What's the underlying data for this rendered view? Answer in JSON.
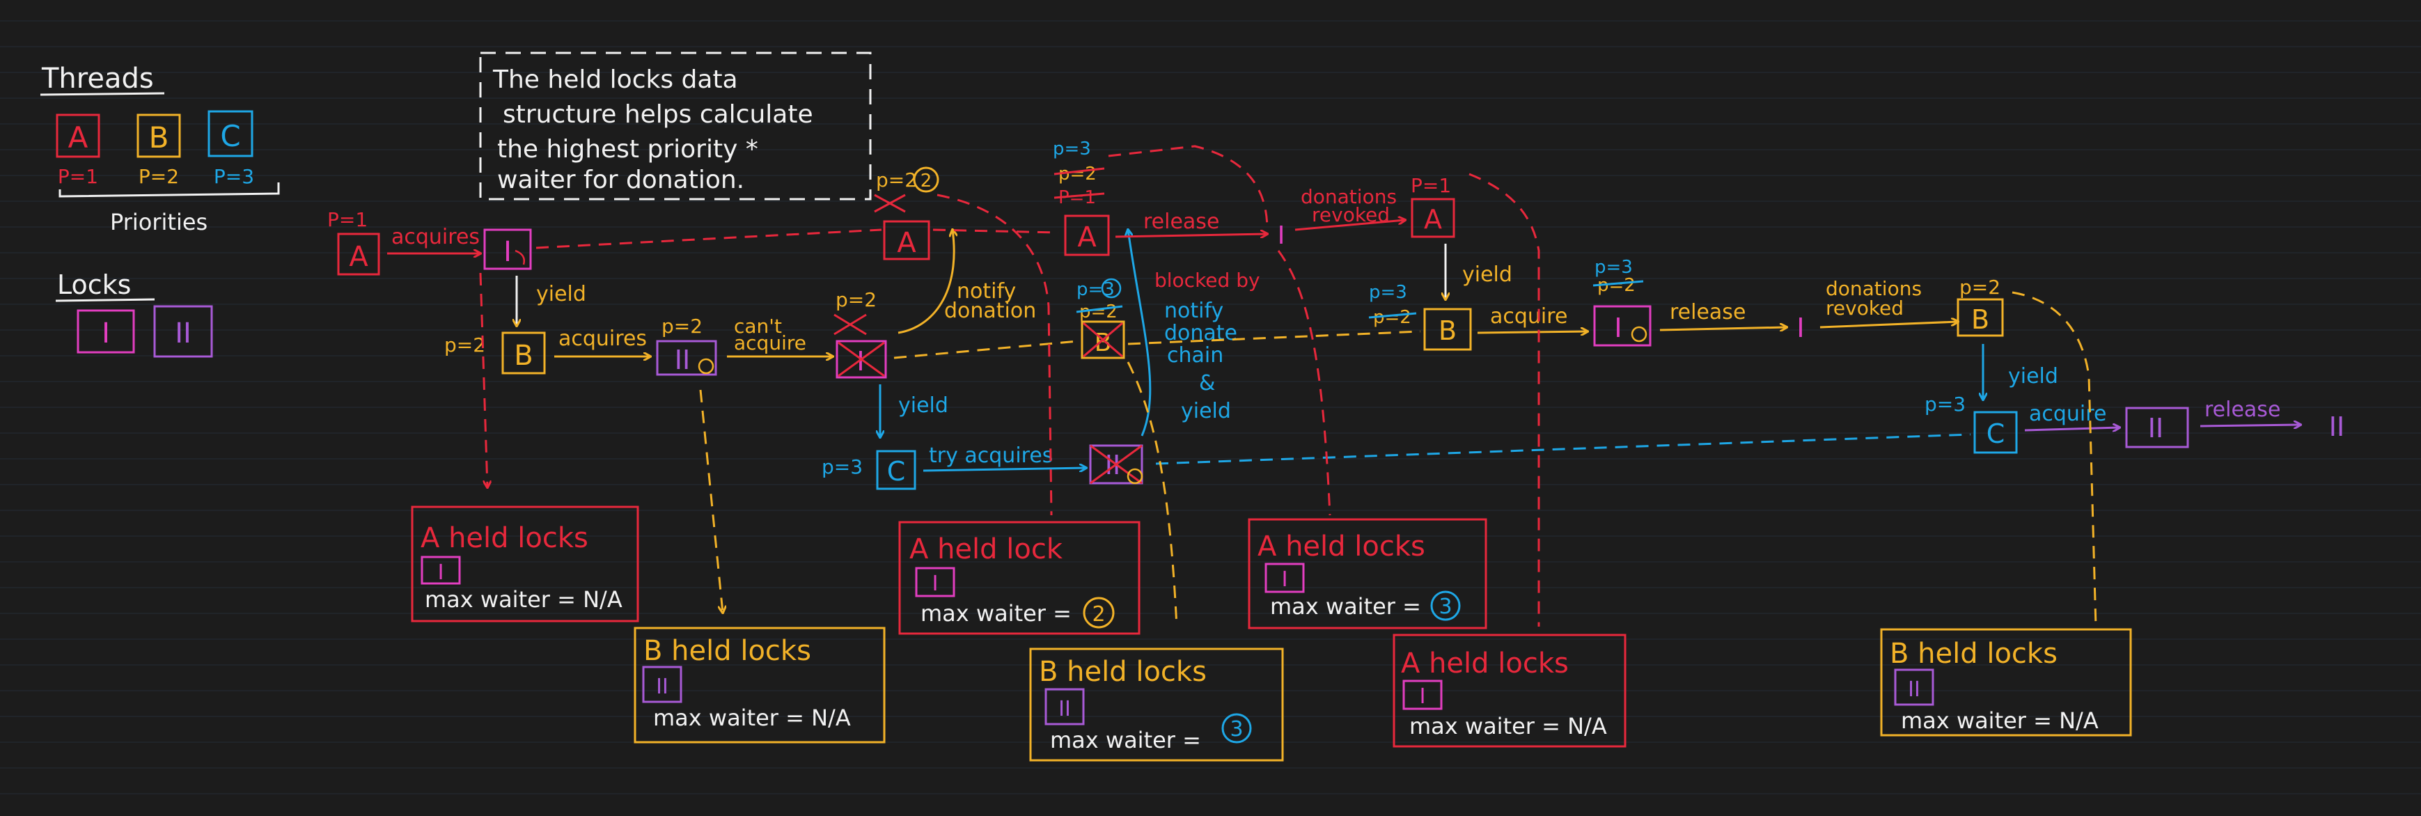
{
  "colors": {
    "background": "#1c1c1c",
    "ruled_line": "#242b36",
    "thread_a": "#e8283c",
    "thread_b": "#f2b228",
    "thread_c": "#1ea7e6",
    "lock_1": "#e23ec0",
    "lock_2": "#a85ad6",
    "note": "#f2f2f2"
  },
  "legend": {
    "threads_title": "Threads",
    "threads": [
      {
        "letter": "A",
        "priority": "P=1"
      },
      {
        "letter": "B",
        "priority": "P=2"
      },
      {
        "letter": "C",
        "priority": "P=3"
      }
    ],
    "priorities_label": "Priorities",
    "locks_title": "Locks",
    "locks": [
      "I",
      "II"
    ]
  },
  "note": {
    "lines": [
      "The held locks data",
      "structure helps calculate",
      "the highest priority *",
      "waiter for donation."
    ]
  },
  "diagram": {
    "thread_a": "A",
    "thread_b": "B",
    "thread_c": "C",
    "lock_1": "I",
    "lock_2": "II",
    "p1": "P=1",
    "p2": "P=2",
    "p3": "P=3",
    "p_eq_2": "p=2",
    "p_eq_3": "p=3",
    "circled_2": "2",
    "circled_3": "3",
    "acquires": "acquires",
    "acquire": "acquire",
    "yield": "yield",
    "cant_acquire": [
      "can't",
      "acquire"
    ],
    "try_acquires": "try acquires",
    "notify_donation": [
      "notify",
      "donation"
    ],
    "release": "release",
    "donations_revoked": [
      "donations",
      "revoked"
    ],
    "blocked_by": "blocked by",
    "notify_donate_chain": [
      "notify",
      "donate",
      "chain",
      "&",
      "yield"
    ]
  },
  "boxes": [
    {
      "title": "A held locks",
      "lock": "I",
      "text": "max waiter = N/A"
    },
    {
      "title": "B held locks",
      "lock": "II",
      "text": "max waiter = N/A"
    },
    {
      "title": "A held lock",
      "lock": "I",
      "text": "max waiter =",
      "circled": "2"
    },
    {
      "title": "B held locks",
      "lock": "II",
      "text": "max waiter =",
      "circled": "3"
    },
    {
      "title": "A held locks",
      "lock": "I",
      "text": "max waiter =",
      "circled": "3"
    },
    {
      "title": "A held locks",
      "lock": "I",
      "text": "max waiter = N/A"
    },
    {
      "title": "B held locks",
      "lock": "II",
      "text": "max waiter = N/A"
    }
  ]
}
